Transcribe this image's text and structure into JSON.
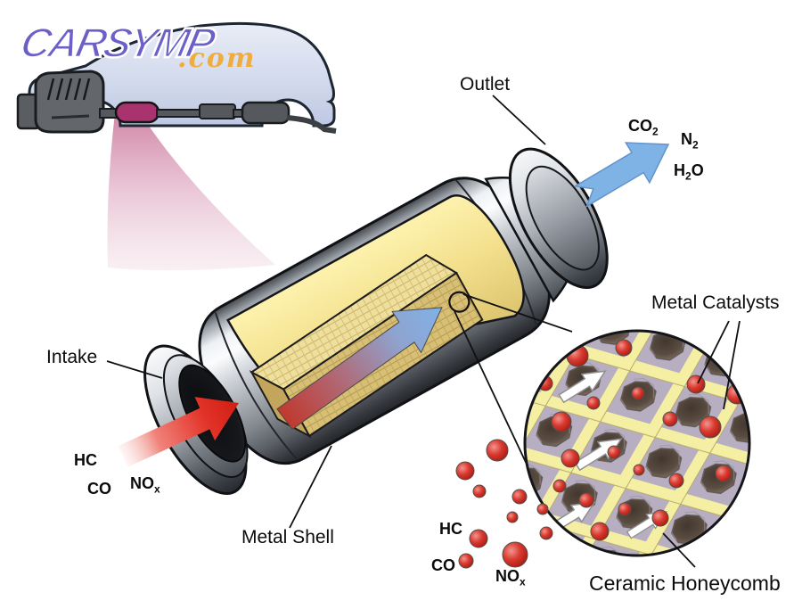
{
  "logo": {
    "brand": "CARSYMP",
    "tld": ".com"
  },
  "labels": {
    "outlet": "Outlet",
    "intake": "Intake",
    "metal_shell": "Metal Shell",
    "metal_catalysts": "Metal Catalysts",
    "ceramic_honeycomb": "Ceramic Honeycomb"
  },
  "molecules": {
    "co2": {
      "pre": "CO",
      "sub": "2",
      "post": ""
    },
    "n2": {
      "pre": "N",
      "sub": "2",
      "post": ""
    },
    "h2o": {
      "pre": "H",
      "sub": "2",
      "post": "O"
    },
    "hc": {
      "pre": "HC",
      "sub": "",
      "post": ""
    },
    "co": {
      "pre": "CO",
      "sub": "",
      "post": ""
    },
    "nox": {
      "pre": "NO",
      "sub": "x",
      "post": ""
    }
  },
  "colors": {
    "logo_purple": "#6c5fc8",
    "logo_orange": "#f0ad3e",
    "intake_arrow_red": "#d8231c",
    "outlet_arrow_blue": "#7fb2e5",
    "honeycomb_yellow": "#f2e18e",
    "lattice_yellow": "#f5efa3",
    "car_converter_highlight": "#a8336f",
    "beam_pink": "#d794b2",
    "car_body": "#ccd5ec",
    "metal_shell_gray": "#a8adb4"
  }
}
